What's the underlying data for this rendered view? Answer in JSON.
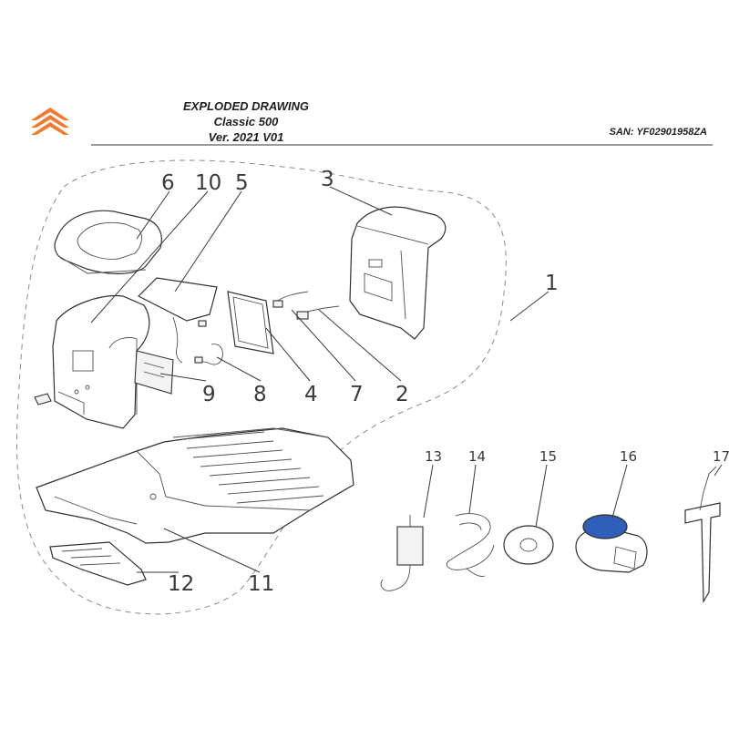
{
  "header": {
    "title": "EXPLODED DRAWING",
    "model": "Classic 500",
    "version": "Ver. 2021 V01",
    "serial": "SAN: YF02901958ZA"
  },
  "colors": {
    "brand_orange": "#f07a2e",
    "connector_blue": "#2f5fb8",
    "line": "#303030"
  },
  "icons": {
    "logo": "chevron-logo-icon"
  },
  "callouts": {
    "c1": "1",
    "c2": "2",
    "c3": "3",
    "c4": "4",
    "c5": "5",
    "c6": "6",
    "c7": "7",
    "c8": "8",
    "c9": "9",
    "c10": "10",
    "c11": "11",
    "c12": "12",
    "c13": "13",
    "c14": "14",
    "c15": "15",
    "c16": "16",
    "c17": "17"
  }
}
